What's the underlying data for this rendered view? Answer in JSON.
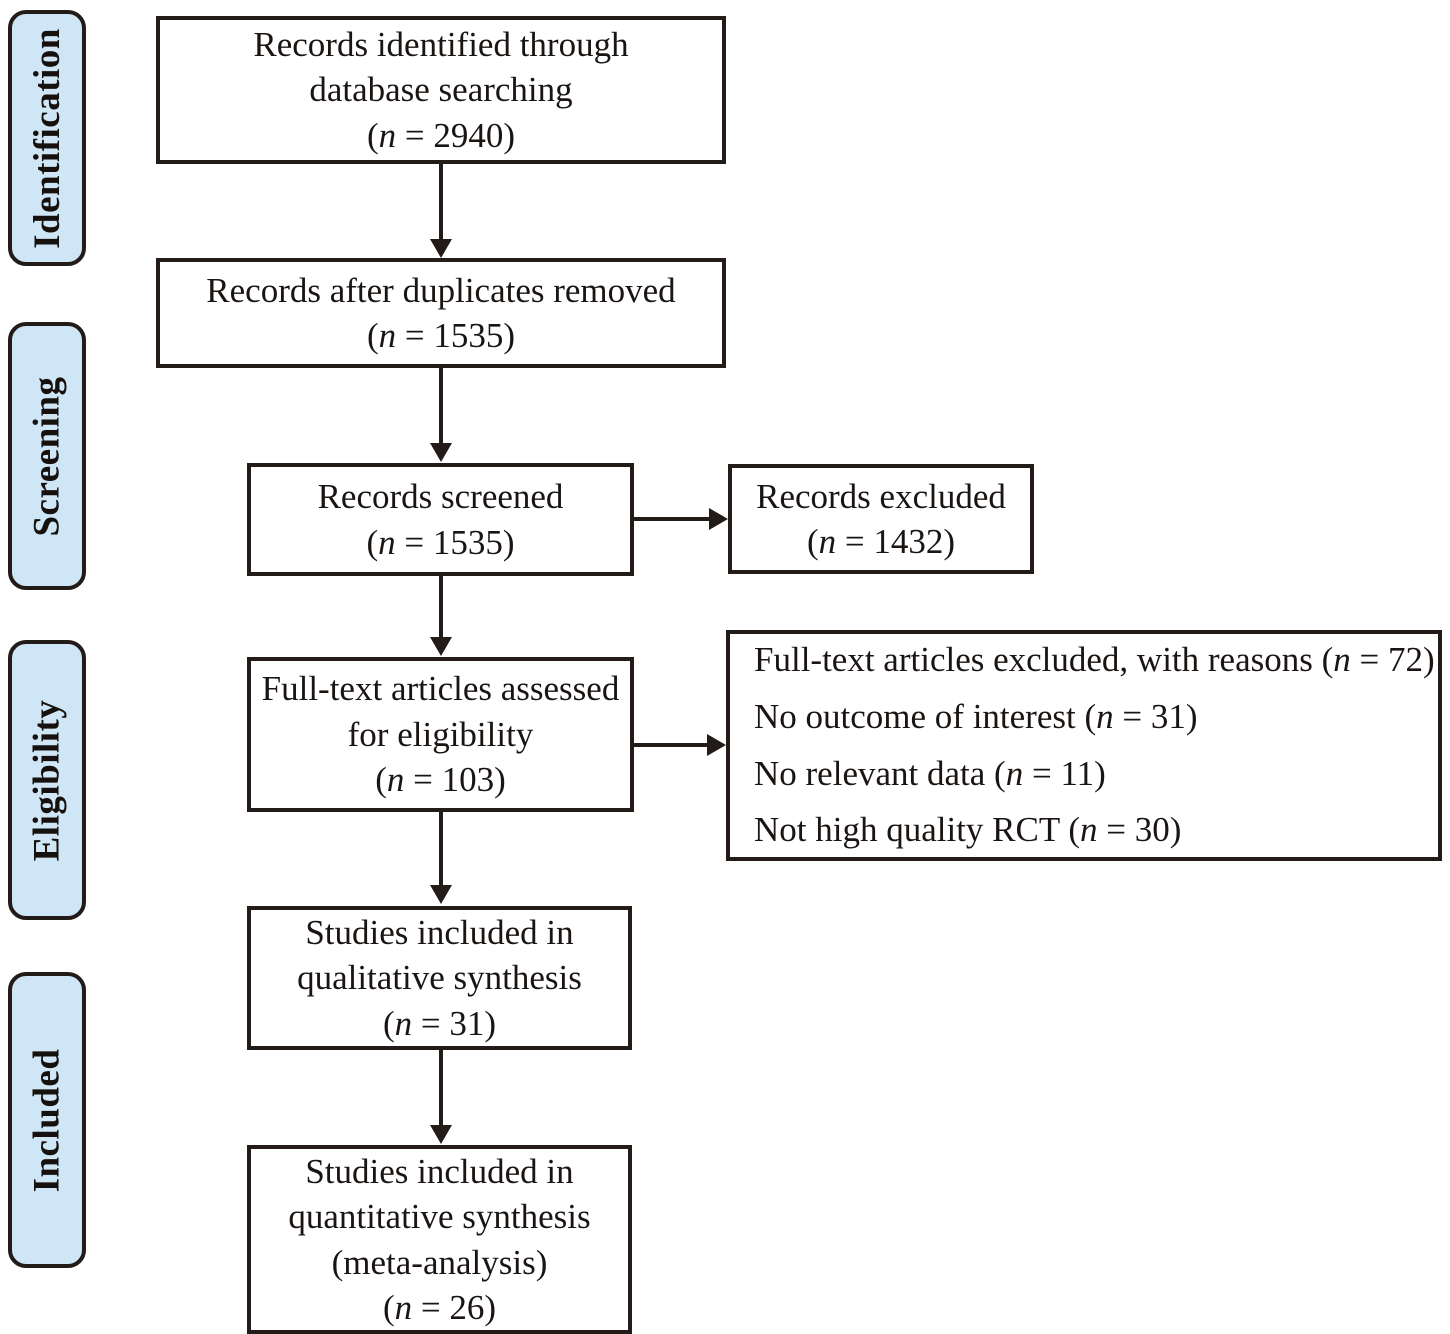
{
  "diagram": {
    "title": "PRISMA flow diagram",
    "accent_color": "#cfe6f7",
    "line_color": "#231b18",
    "background": "#ffffff"
  },
  "stages": [
    {
      "id": "identification",
      "label": "Identification"
    },
    {
      "id": "screening",
      "label": "Screening"
    },
    {
      "id": "eligibility",
      "label": "Eligibility"
    },
    {
      "id": "included",
      "label": "Included"
    }
  ],
  "boxes": {
    "identified": {
      "line1": "Records identified through",
      "line2": "database searching",
      "count_open": "(",
      "count_n": "n",
      "count_eq": " = ",
      "count_value": "2940",
      "count_close": ")"
    },
    "duplicates_removed": {
      "line1": "Records after duplicates removed",
      "count_open": "(",
      "count_n": "n",
      "count_eq": " = ",
      "count_value": "1535",
      "count_close": ")"
    },
    "screened": {
      "line1": "Records screened",
      "count_open": "(",
      "count_n": "n",
      "count_eq": " = ",
      "count_value": "1535",
      "count_close": ")"
    },
    "records_excluded": {
      "line1": "Records excluded",
      "count_open": "(",
      "count_n": "n",
      "count_eq": " = ",
      "count_value": "1432",
      "count_close": ")"
    },
    "fulltext_assessed": {
      "line1": "Full-text articles assessed",
      "line2": "for eligibility",
      "count_open": "(",
      "count_n": "n",
      "count_eq": " = ",
      "count_value": "103",
      "count_close": ")"
    },
    "fulltext_excluded": {
      "reasons": [
        {
          "text": "Full-text articles excluded, with reasons ",
          "open": "(",
          "n": "n",
          "eq": " = ",
          "value": "72",
          "close": ")"
        },
        {
          "text": "No outcome of interest ",
          "open": "(",
          "n": "n",
          "eq": " = ",
          "value": "31",
          "close": ")"
        },
        {
          "text": "No relevant data ",
          "open": "(",
          "n": "n",
          "eq": " = ",
          "value": "11",
          "close": ")"
        },
        {
          "text": "Not high quality RCT ",
          "open": "(",
          "n": "n",
          "eq": " = ",
          "value": "30",
          "close": ")"
        }
      ]
    },
    "qualitative": {
      "line1": "Studies included in",
      "line2": "qualitative synthesis",
      "count_open": "(",
      "count_n": "n",
      "count_eq": " = ",
      "count_value": "31",
      "count_close": ")"
    },
    "quantitative": {
      "line1": "Studies included in",
      "line2": "quantitative synthesis",
      "line3": "(meta-analysis)",
      "count_open": "(",
      "count_n": "n",
      "count_eq": " = ",
      "count_value": "26",
      "count_close": ")"
    }
  }
}
